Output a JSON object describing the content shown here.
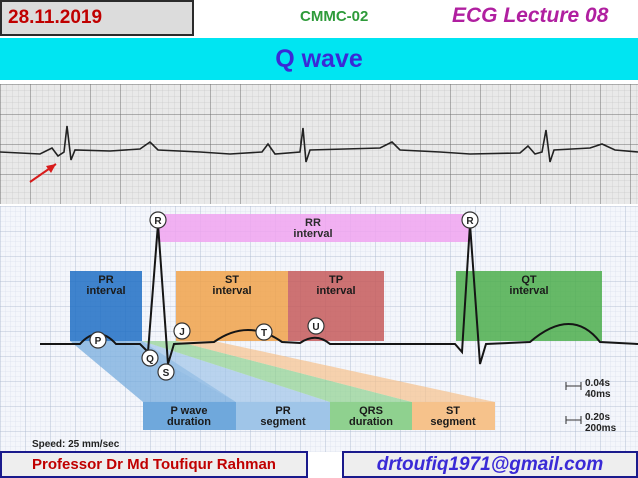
{
  "header": {
    "date": "28.11.2019",
    "course": "CMMC-02",
    "lecture": "ECG Lecture 08"
  },
  "title": "Q wave",
  "diagram": {
    "rr_label_1": "RR",
    "rr_label_2": "interval",
    "r_left": "R",
    "r_right": "R",
    "pr_interval_1": "PR",
    "pr_interval_2": "interval",
    "st_interval_1": "ST",
    "st_interval_2": "interval",
    "tp_interval_1": "TP",
    "tp_interval_2": "interval",
    "qt_interval_1": "QT",
    "qt_interval_2": "interval",
    "wave_p": "P",
    "wave_q": "Q",
    "wave_s": "S",
    "wave_j": "J",
    "wave_t": "T",
    "wave_u": "U",
    "p_duration_1": "P wave",
    "p_duration_2": "duration",
    "pr_segment_1": "PR",
    "pr_segment_2": "segment",
    "qrs_duration_1": "QRS",
    "qrs_duration_2": "duration",
    "st_segment_1": "ST",
    "st_segment_2": "segment",
    "scale_small_1": "0.04s",
    "scale_small_2": "40ms",
    "scale_large_1": "0.20s",
    "scale_large_2": "200ms",
    "speed": "Speed: 25 mm/sec"
  },
  "footer": {
    "author": "Professor Dr Md Toufiqur Rahman",
    "email": "drtoufiq1971@gmail.com"
  },
  "colors": {
    "title_bar": "#00e5f2",
    "date_text": "#c00000",
    "course_text": "#2e9b3a",
    "lecture_text": "#b01fa0",
    "title_text": "#3a2ad6"
  }
}
